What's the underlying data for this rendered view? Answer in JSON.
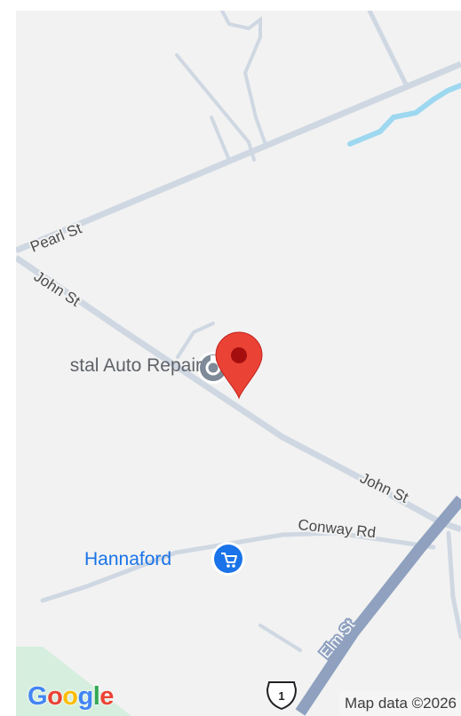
{
  "streets": {
    "pearl": "Pearl St",
    "john_upper": "John St",
    "john_lower": "John St",
    "conway": "Conway Rd",
    "elm": "Elm St"
  },
  "route_shield": "1",
  "pois": {
    "auto_repair": "stal Auto Repair",
    "hannaford": "Hannaford"
  },
  "logo": [
    "G",
    "o",
    "o",
    "g",
    "l",
    "e"
  ],
  "attribution": "Map data ©2026",
  "colors": {
    "background": "#f2f2f2",
    "road": "#cfd8e2",
    "highway": "#8fa1bf",
    "water": "#9dd8f0",
    "park": "#d6eedd",
    "pin": "#ea4335",
    "hannaford_icon": "#1a73e8",
    "auto_icon": "#7e8a97"
  }
}
